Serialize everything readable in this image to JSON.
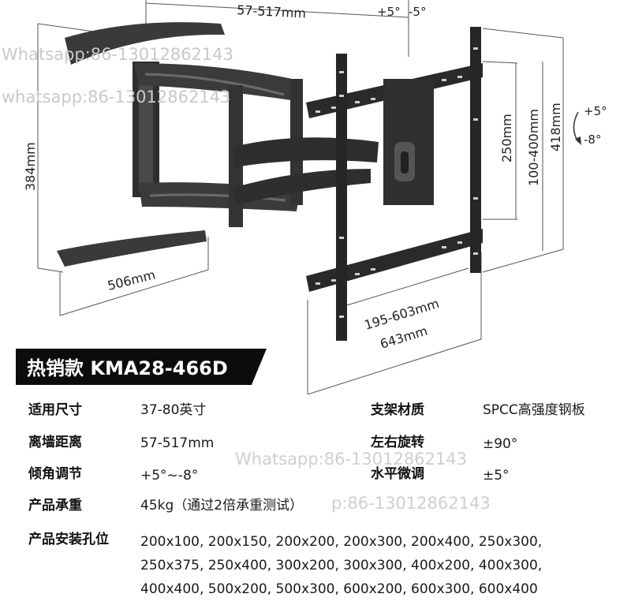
{
  "diagram": {
    "dims": {
      "extension": "57-517mm",
      "tilt_up_top": "+5°",
      "tilt_down_top": "-5°",
      "arm_height": "384mm",
      "arm_width": "506mm",
      "vesa_small": "250mm",
      "vesa_range": "100-400mm",
      "plate_height": "418mm",
      "rot_up": "+5°",
      "rot_down": "-8°",
      "horiz_range": "195-603mm",
      "plate_width": "643mm"
    },
    "watermark": "Whatsapp:86-13012862143",
    "watermark_lower": "whatsapp:86-13012862143"
  },
  "title": "热销款 KMA28-466D",
  "specs": [
    {
      "label": "适用尺寸",
      "value": "37-80英寸"
    },
    {
      "label": "离墙距离",
      "value": "57-517mm"
    },
    {
      "label": "倾角调节",
      "value": "+5°~-8°"
    },
    {
      "label": "产品承重",
      "value": "45kg（通过2倍承重测试）"
    },
    {
      "label": "支架材质",
      "value": "SPCC高强度钢板"
    },
    {
      "label": "左右旋转",
      "value": "±90°"
    },
    {
      "label": "水平微调",
      "value": "±5°"
    }
  ],
  "holes": {
    "label": "产品安装孔位",
    "lines": [
      "200x100, 200x150, 200x200, 200x300, 200x400, 250x300,",
      "250x375, 250x400, 300x200, 300x300, 400x200, 400x300,",
      "400x400, 500x200, 500x300, 600x200, 600x300, 600x400"
    ]
  },
  "watermarks_spec": [
    "Whatsapp:86-13012862143",
    "p:86-13012862143"
  ]
}
